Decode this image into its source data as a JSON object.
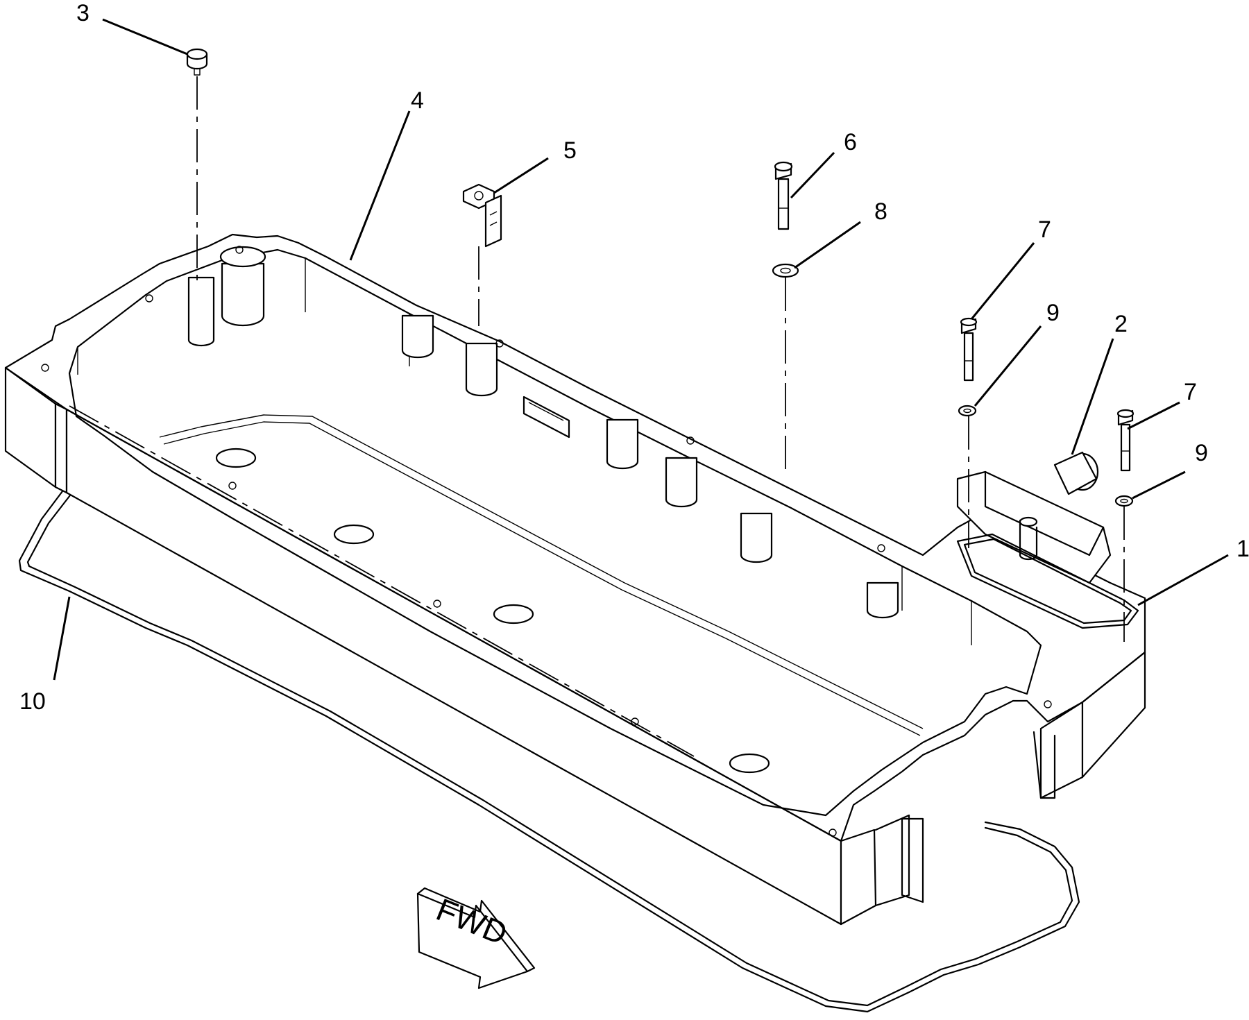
{
  "diagram": {
    "callouts": [
      {
        "id": "1",
        "label": "1"
      },
      {
        "id": "2",
        "label": "2"
      },
      {
        "id": "3",
        "label": "3"
      },
      {
        "id": "4",
        "label": "4"
      },
      {
        "id": "5",
        "label": "5"
      },
      {
        "id": "6",
        "label": "6"
      },
      {
        "id": "7a",
        "label": "7"
      },
      {
        "id": "7b",
        "label": "7"
      },
      {
        "id": "8",
        "label": "8"
      },
      {
        "id": "9a",
        "label": "9"
      },
      {
        "id": "9b",
        "label": "9"
      },
      {
        "id": "10",
        "label": "10"
      }
    ],
    "direction_arrow": {
      "label": "FWD"
    }
  }
}
